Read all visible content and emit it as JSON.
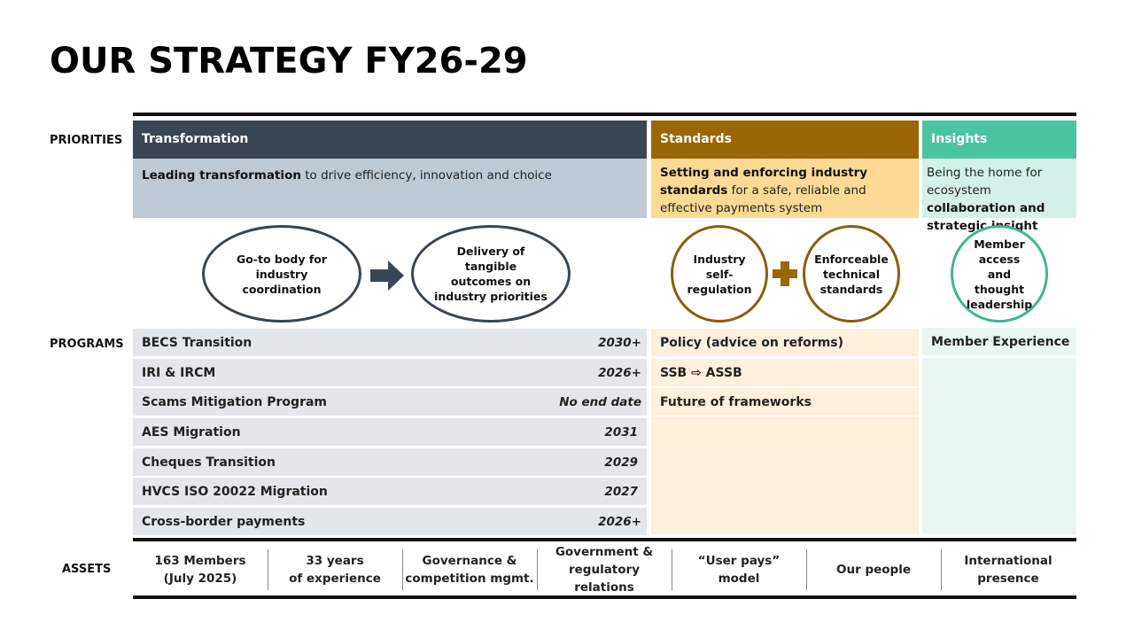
{
  "title": "OUR STRATEGY FY26-29",
  "row_labels": {
    "priorities": "PRIORITIES",
    "programs": "PROGRAMS",
    "assets": "ASSETS"
  },
  "columns": {
    "transformation": {
      "header": "Transformation",
      "desc_bold": "Leading transformation",
      "desc_rest": " to drive efficiency, innovation and choice",
      "color": "#3a4654",
      "desc_bg": "#bfc9d4",
      "ellipse_1": "Go-to body for industry coordination",
      "ellipse_2": "Delivery of tangible outcomes on industry priorities"
    },
    "standards": {
      "header": "Standards",
      "desc_bold": "Setting and enforcing industry standards",
      "desc_rest": " for a safe, reliable and effective payments system",
      "color": "#9b6605",
      "desc_bg": "#fcd995",
      "circle_1": "Industry self-regulation",
      "circle_2": "Enforceable technical standards"
    },
    "insights": {
      "header": "Insights",
      "desc_pre": "Being the home for ecosystem ",
      "desc_bold": "collaboration and strategic insight",
      "color": "#4bc4a2",
      "desc_bg": "#d3f1e8",
      "circle_1": "Member access and thought leadership"
    }
  },
  "programs": [
    {
      "name": "BECS Transition",
      "date": "2030+"
    },
    {
      "name": "IRI & IRCM",
      "date": "2026+"
    },
    {
      "name": "Scams Mitigation Program",
      "date": "No end date"
    },
    {
      "name": "AES Migration",
      "date": "2031"
    },
    {
      "name": "Cheques Transition",
      "date": "2029"
    },
    {
      "name": "HVCS ISO 20022 Migration",
      "date": "2027"
    },
    {
      "name": "Cross-border payments",
      "date": "2026+"
    }
  ],
  "standards_programs": [
    "Policy (advice on reforms)",
    "SSB ⇨ ASSB",
    "Future of frameworks"
  ],
  "insights_programs": [
    "Member Experience"
  ],
  "assets": [
    {
      "line1": "163 Members",
      "line2": "(July 2025)"
    },
    {
      "line1": "33 years",
      "line2": "of experience"
    },
    {
      "line1": "Governance &",
      "line2": "competition mgmt."
    },
    {
      "line1": "Government &",
      "line2": "regulatory relations"
    },
    {
      "line1": "“User pays”",
      "line2": "model"
    },
    {
      "line1": "Our people",
      "line2": ""
    },
    {
      "line1": "International",
      "line2": "presence"
    }
  ]
}
